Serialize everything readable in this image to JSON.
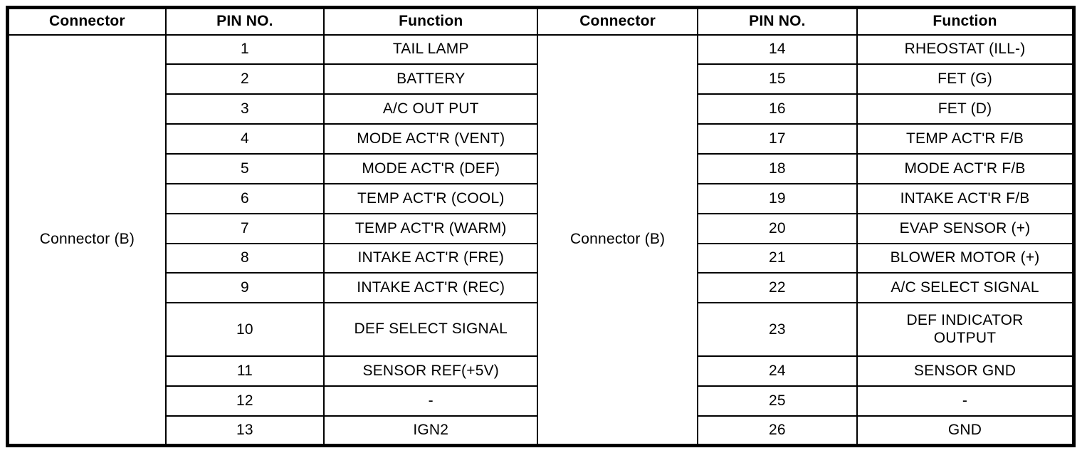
{
  "table": {
    "headers": [
      "Connector",
      "PIN NO.",
      "Function"
    ],
    "left": {
      "connector": "Connector (B)",
      "rows": [
        {
          "pin": "1",
          "function": "TAIL LAMP"
        },
        {
          "pin": "2",
          "function": "BATTERY"
        },
        {
          "pin": "3",
          "function": "A/C OUT PUT"
        },
        {
          "pin": "4",
          "function": "MODE ACT'R (VENT)"
        },
        {
          "pin": "5",
          "function": "MODE ACT'R (DEF)"
        },
        {
          "pin": "6",
          "function": "TEMP ACT'R (COOL)"
        },
        {
          "pin": "7",
          "function": "TEMP ACT'R (WARM)"
        },
        {
          "pin": "8",
          "function": "INTAKE ACT'R (FRE)"
        },
        {
          "pin": "9",
          "function": "INTAKE ACT'R (REC)"
        },
        {
          "pin": "10",
          "function": "DEF SELECT SIGNAL"
        },
        {
          "pin": "11",
          "function": "SENSOR REF(+5V)"
        },
        {
          "pin": "12",
          "function": "-"
        },
        {
          "pin": "13",
          "function": "IGN2"
        }
      ]
    },
    "right": {
      "connector": "Connector (B)",
      "rows": [
        {
          "pin": "14",
          "function": "RHEOSTAT (ILL-)"
        },
        {
          "pin": "15",
          "function": "FET (G)"
        },
        {
          "pin": "16",
          "function": "FET (D)"
        },
        {
          "pin": "17",
          "function": "TEMP ACT'R F/B"
        },
        {
          "pin": "18",
          "function": "MODE ACT'R F/B"
        },
        {
          "pin": "19",
          "function": "INTAKE ACT'R F/B"
        },
        {
          "pin": "20",
          "function": "EVAP SENSOR (+)"
        },
        {
          "pin": "21",
          "function": "BLOWER MOTOR (+)"
        },
        {
          "pin": "22",
          "function": "A/C SELECT SIGNAL"
        },
        {
          "pin": "23",
          "function": "DEF INDICATOR\nOUTPUT"
        },
        {
          "pin": "24",
          "function": "SENSOR GND"
        },
        {
          "pin": "25",
          "function": "-"
        },
        {
          "pin": "26",
          "function": "GND"
        }
      ]
    }
  }
}
